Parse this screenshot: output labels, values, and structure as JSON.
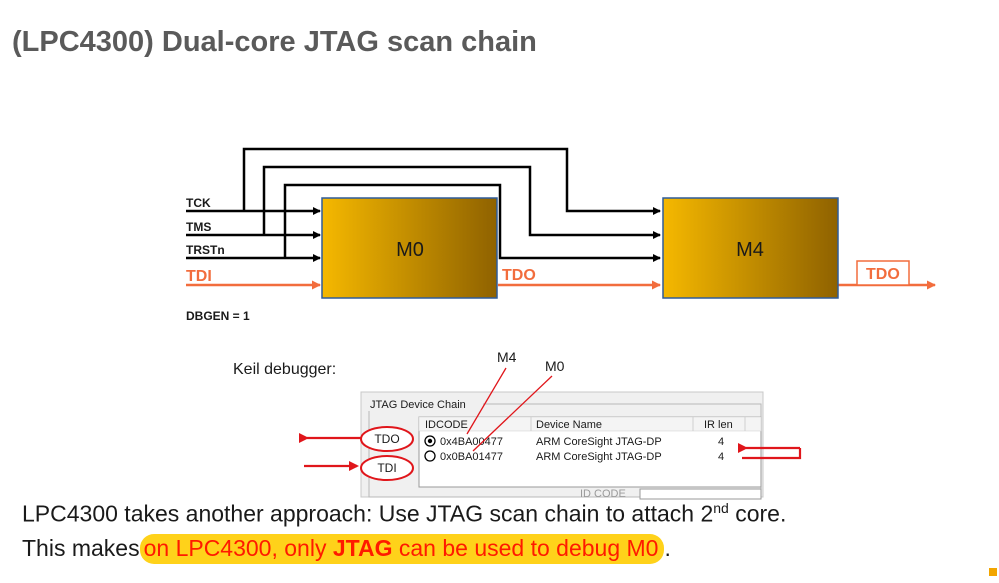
{
  "title": "(LPC4300) Dual-core JTAG scan chain",
  "diagram": {
    "signals": {
      "tck": "TCK",
      "tms": "TMS",
      "trstn": "TRSTn",
      "tdi": "TDI",
      "tdo_mid": "TDO",
      "tdo_out": "TDO",
      "dbgen": "DBGEN = 1"
    },
    "cores": {
      "m0": "M0",
      "m4": "M4"
    },
    "colors": {
      "core_fill_start": "#f5b800",
      "core_fill_end": "#8f6200",
      "tdi_line": "#f26d3d",
      "callout_red": "#e0161b"
    }
  },
  "keil": {
    "label": "Keil debugger:",
    "callout_m4": "M4",
    "callout_m0": "M0",
    "group_title": "JTAG Device Chain",
    "columns": [
      "IDCODE",
      "Device Name",
      "IR len"
    ],
    "rows": [
      {
        "idcode": "0x4BA00477",
        "device": "ARM CoreSight JTAG-DP",
        "irlen": "4",
        "selected": true
      },
      {
        "idcode": "0x0BA01477",
        "device": "ARM CoreSight JTAG-DP",
        "irlen": "4",
        "selected": false
      }
    ],
    "tdo_label": "TDO",
    "tdi_label": "TDI",
    "cropped_field_label": "ID CODE"
  },
  "bottom": {
    "line1_prefix": "LPC4300 takes another approach: Use JTAG scan chain to attach 2",
    "line1_sup": "nd",
    "line1_suffix": " core.",
    "line2_prefix": "This makes",
    "line2_hl_a": "on LPC4300, only ",
    "line2_hl_bold": "JTAG",
    "line2_hl_b": " can be used to debug M0",
    "line2_end": "."
  }
}
